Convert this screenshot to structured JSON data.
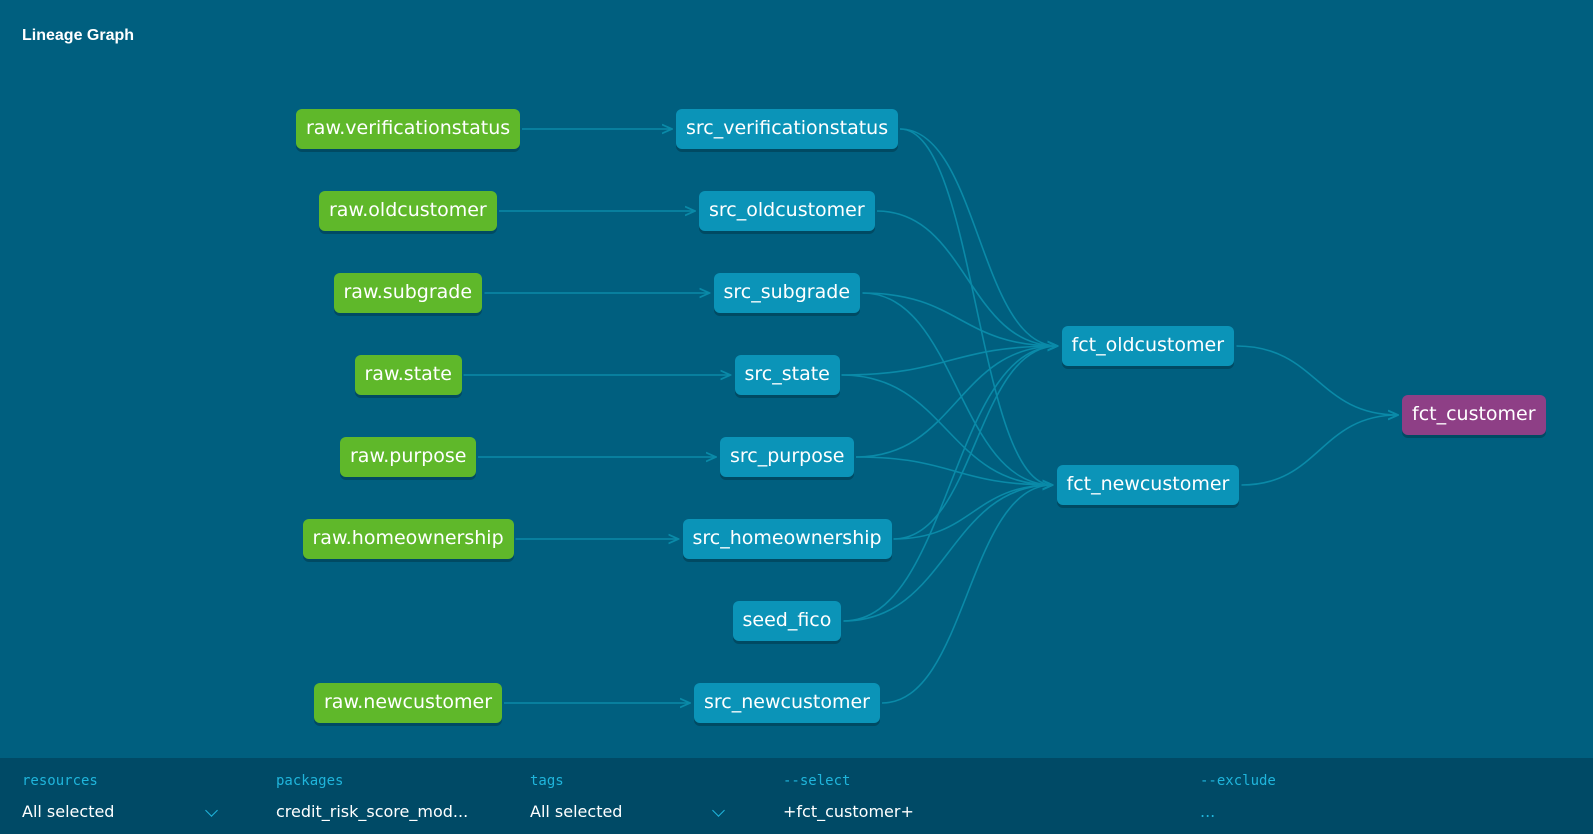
{
  "header": {
    "title": "Lineage Graph"
  },
  "graph": {
    "nodes": [
      {
        "id": "raw.verificationstatus",
        "label": "raw.verificationstatus",
        "kind": "source"
      },
      {
        "id": "raw.oldcustomer",
        "label": "raw.oldcustomer",
        "kind": "source"
      },
      {
        "id": "raw.subgrade",
        "label": "raw.subgrade",
        "kind": "source"
      },
      {
        "id": "raw.state",
        "label": "raw.state",
        "kind": "source"
      },
      {
        "id": "raw.purpose",
        "label": "raw.purpose",
        "kind": "source"
      },
      {
        "id": "raw.homeownership",
        "label": "raw.homeownership",
        "kind": "source"
      },
      {
        "id": "raw.newcustomer",
        "label": "raw.newcustomer",
        "kind": "source"
      },
      {
        "id": "src_verificationstatus",
        "label": "src_verificationstatus",
        "kind": "model"
      },
      {
        "id": "src_oldcustomer",
        "label": "src_oldcustomer",
        "kind": "model"
      },
      {
        "id": "src_subgrade",
        "label": "src_subgrade",
        "kind": "model"
      },
      {
        "id": "src_state",
        "label": "src_state",
        "kind": "model"
      },
      {
        "id": "src_purpose",
        "label": "src_purpose",
        "kind": "model"
      },
      {
        "id": "src_homeownership",
        "label": "src_homeownership",
        "kind": "model"
      },
      {
        "id": "seed_fico",
        "label": "seed_fico",
        "kind": "model"
      },
      {
        "id": "src_newcustomer",
        "label": "src_newcustomer",
        "kind": "model"
      },
      {
        "id": "fct_oldcustomer",
        "label": "fct_oldcustomer",
        "kind": "model"
      },
      {
        "id": "fct_newcustomer",
        "label": "fct_newcustomer",
        "kind": "model"
      },
      {
        "id": "fct_customer",
        "label": "fct_customer",
        "kind": "final"
      }
    ],
    "edges": [
      [
        "raw.verificationstatus",
        "src_verificationstatus"
      ],
      [
        "raw.oldcustomer",
        "src_oldcustomer"
      ],
      [
        "raw.subgrade",
        "src_subgrade"
      ],
      [
        "raw.state",
        "src_state"
      ],
      [
        "raw.purpose",
        "src_purpose"
      ],
      [
        "raw.homeownership",
        "src_homeownership"
      ],
      [
        "raw.newcustomer",
        "src_newcustomer"
      ],
      [
        "src_verificationstatus",
        "fct_oldcustomer"
      ],
      [
        "src_verificationstatus",
        "fct_newcustomer"
      ],
      [
        "src_oldcustomer",
        "fct_oldcustomer"
      ],
      [
        "src_subgrade",
        "fct_oldcustomer"
      ],
      [
        "src_subgrade",
        "fct_newcustomer"
      ],
      [
        "src_state",
        "fct_oldcustomer"
      ],
      [
        "src_state",
        "fct_newcustomer"
      ],
      [
        "src_purpose",
        "fct_oldcustomer"
      ],
      [
        "src_purpose",
        "fct_newcustomer"
      ],
      [
        "src_homeownership",
        "fct_oldcustomer"
      ],
      [
        "src_homeownership",
        "fct_newcustomer"
      ],
      [
        "seed_fico",
        "fct_oldcustomer"
      ],
      [
        "seed_fico",
        "fct_newcustomer"
      ],
      [
        "src_newcustomer",
        "fct_newcustomer"
      ],
      [
        "fct_oldcustomer",
        "fct_customer"
      ],
      [
        "fct_newcustomer",
        "fct_customer"
      ]
    ],
    "colors": {
      "background": "#005f7f",
      "source": "#5fb82a",
      "model": "#0b94b8",
      "final": "#8e3f86",
      "edge": "#0a8aa8"
    }
  },
  "filters": {
    "resources": {
      "label": "resources",
      "value": "All selected"
    },
    "packages": {
      "label": "packages",
      "value": "credit_risk_score_mod..."
    },
    "tags": {
      "label": "tags",
      "value": "All selected"
    },
    "select": {
      "label": "--select",
      "value": "+fct_customer+"
    },
    "exclude": {
      "label": "--exclude",
      "value": "..."
    }
  }
}
